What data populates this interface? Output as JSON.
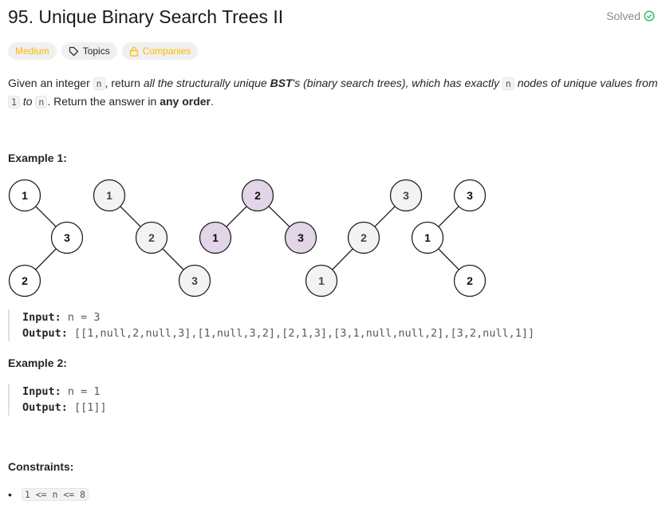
{
  "title": "95. Unique Binary Search Trees II",
  "status": "Solved",
  "tags": {
    "difficulty": "Medium",
    "topics": "Topics",
    "companies": "Companies"
  },
  "desc": {
    "p1": "Given an integer ",
    "n": "n",
    "p2": ", return ",
    "i1": "all the structurally unique ",
    "b1": "BST",
    "i2": "'s (binary search trees), which has exactly ",
    "p3": " ",
    "i3": " nodes of unique values from ",
    "one": "1",
    "to": " to ",
    "p4": ". Return the answer in ",
    "b2": "any order",
    "p5": "."
  },
  "ex1": {
    "heading": "Example 1:",
    "input_label": "Input:",
    "input": " n = 3",
    "output_label": "Output:",
    "output": " [[1,null,2,null,3],[1,null,3,2],[2,1,3],[3,1,null,null,2],[3,2,null,1]]"
  },
  "trees": [
    [
      "1",
      "3",
      "2"
    ],
    [
      "1",
      "2",
      "3"
    ],
    [
      "2",
      "1",
      "3"
    ],
    [
      "3",
      "2",
      "1"
    ],
    [
      "3",
      "1",
      "2"
    ]
  ],
  "colors": {
    "white": "#ffffff",
    "gray": "#f3f3f3",
    "purple": "#e1d5e7"
  },
  "ex2": {
    "heading": "Example 2:",
    "input_label": "Input:",
    "input": " n = 1",
    "output_label": "Output:",
    "output": " [[1]]"
  },
  "constraints": {
    "heading": "Constraints:",
    "item": "1 <= n <= 8"
  }
}
